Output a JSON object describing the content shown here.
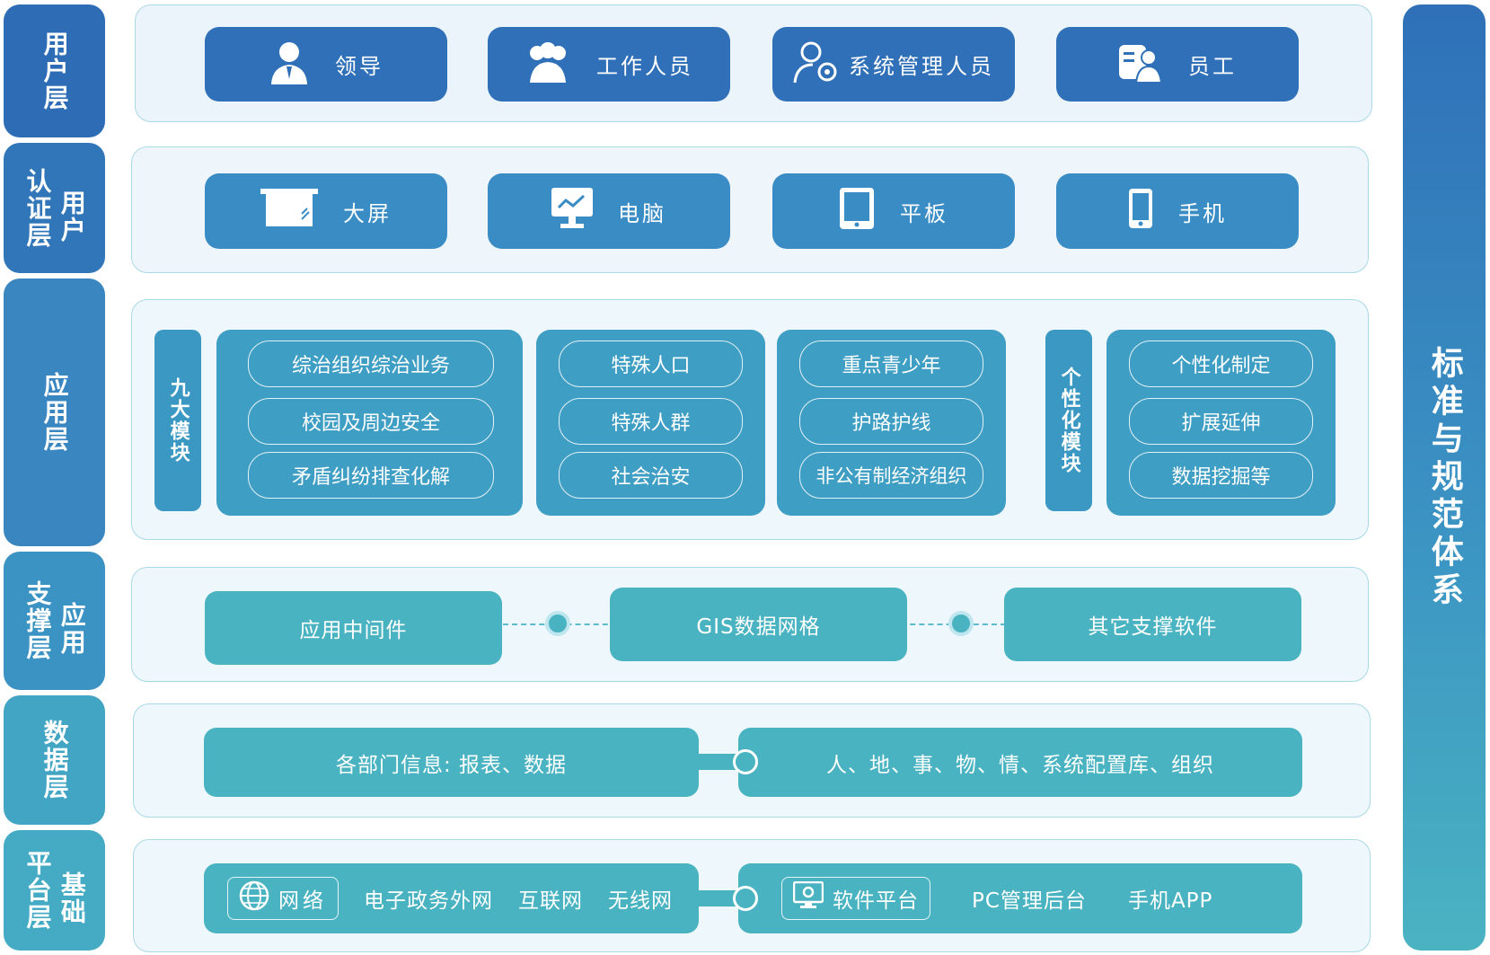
{
  "right_bar": {
    "label": "标准与规范体系"
  },
  "layers": {
    "user": {
      "label_lines": [
        "用户层"
      ]
    },
    "auth": {
      "label_cols": [
        "用户",
        "认证层"
      ]
    },
    "app": {
      "label_lines": [
        "应用层"
      ]
    },
    "support": {
      "label_cols": [
        "应用",
        "支撑层"
      ]
    },
    "data": {
      "label_lines": [
        "数据层"
      ]
    },
    "base": {
      "label_cols": [
        "基础",
        "平台层"
      ]
    }
  },
  "users": [
    {
      "label": "领导",
      "icon": "leader-icon"
    },
    {
      "label": "工作人员",
      "icon": "staff-group-icon"
    },
    {
      "label": "系统管理人员",
      "icon": "admin-gear-icon"
    },
    {
      "label": "员工",
      "icon": "employee-badge-icon"
    }
  ],
  "devices": [
    {
      "label": "大屏",
      "icon": "big-screen-icon"
    },
    {
      "label": "电脑",
      "icon": "computer-icon"
    },
    {
      "label": "平板",
      "icon": "tablet-icon"
    },
    {
      "label": "手机",
      "icon": "phone-icon"
    }
  ],
  "app_layer": {
    "nine_modules_label": "九大模块",
    "personal_label": "个性化模块",
    "group1": [
      "综治组织综治业务",
      "校园及周边安全",
      "矛盾纠纷排查化解"
    ],
    "group2": [
      "特殊人口",
      "特殊人群",
      "社会治安"
    ],
    "group3": [
      "重点青少年",
      "护路护线",
      "非公有制经济组织"
    ],
    "group4": [
      "个性化制定",
      "扩展延伸",
      "数据挖掘等"
    ]
  },
  "support_layer": {
    "items": [
      "应用中间件",
      "GIS数据网格",
      "其它支撑软件"
    ]
  },
  "data_layer": {
    "left": "各部门信息: 报表、数据",
    "right": "人、地、事、物、情、系统配置库、组织"
  },
  "base_layer": {
    "network_label": "网络",
    "network_items": [
      "电子政务外网",
      "互联网",
      "无线网"
    ],
    "software_label": "软件平台",
    "software_items": [
      "PC管理后台",
      "手机APP"
    ]
  },
  "colors": {
    "dark_blue": "#2f70b8",
    "mid_blue": "#3a8cc5",
    "teal": "#4ab3c2",
    "panel_bg": "#eef7fb"
  }
}
